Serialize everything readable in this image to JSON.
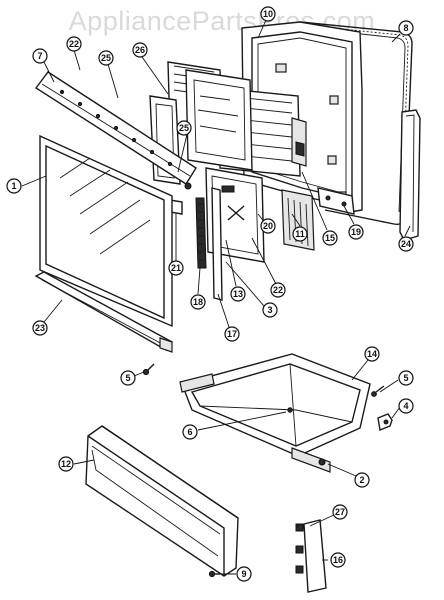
{
  "watermark": "AppliancePartsPros.com",
  "callouts": [
    {
      "id": "c1",
      "number": "1"
    },
    {
      "id": "c2",
      "number": "2"
    },
    {
      "id": "c3",
      "number": "3"
    },
    {
      "id": "c4",
      "number": "4"
    },
    {
      "id": "c5a",
      "number": "5"
    },
    {
      "id": "c5b",
      "number": "5"
    },
    {
      "id": "c6",
      "number": "6"
    },
    {
      "id": "c7",
      "number": "7"
    },
    {
      "id": "c8",
      "number": "8"
    },
    {
      "id": "c9",
      "number": "9"
    },
    {
      "id": "c10",
      "number": "10"
    },
    {
      "id": "c11",
      "number": "11"
    },
    {
      "id": "c12",
      "number": "12"
    },
    {
      "id": "c13",
      "number": "13"
    },
    {
      "id": "c14",
      "number": "14"
    },
    {
      "id": "c15",
      "number": "15"
    },
    {
      "id": "c16",
      "number": "16"
    },
    {
      "id": "c17",
      "number": "17"
    },
    {
      "id": "c18",
      "number": "18"
    },
    {
      "id": "c19",
      "number": "19"
    },
    {
      "id": "c20",
      "number": "20"
    },
    {
      "id": "c21",
      "number": "21"
    },
    {
      "id": "c22a",
      "number": "22"
    },
    {
      "id": "c22b",
      "number": "22"
    },
    {
      "id": "c23",
      "number": "23"
    },
    {
      "id": "c24",
      "number": "24"
    },
    {
      "id": "c25a",
      "number": "25"
    },
    {
      "id": "c25b",
      "number": "25"
    },
    {
      "id": "c26",
      "number": "26"
    },
    {
      "id": "c27",
      "number": "27"
    }
  ]
}
